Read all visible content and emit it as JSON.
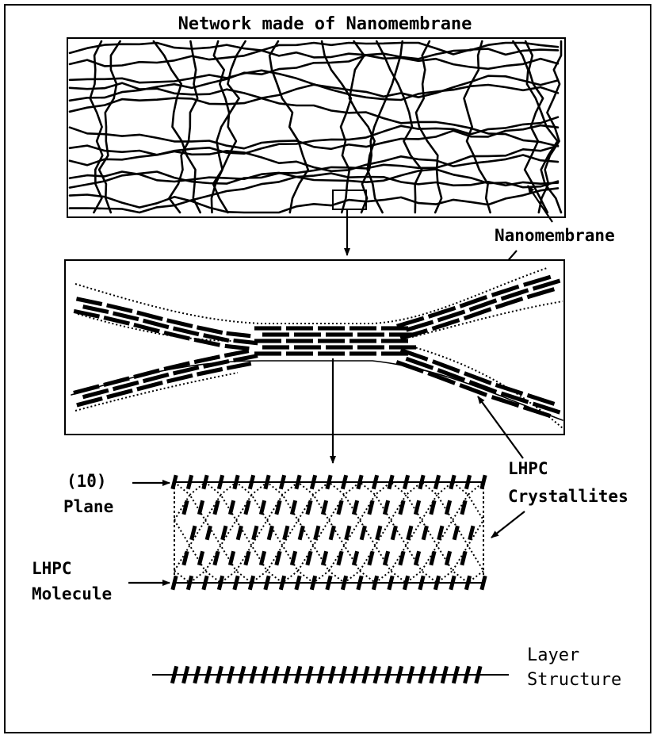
{
  "title": "Network made of Nanomembrane",
  "labels": {
    "nanomembrane": "Nanomembrane",
    "lhpc_crystallites_1": "LHPC",
    "lhpc_crystallites_2": "Crystallites",
    "plane_1": "(1̄0)",
    "plane_2": "Plane",
    "molecule_1": "LHPC",
    "molecule_2": "Molecule",
    "layer_1": "Layer",
    "layer_2": "Structure"
  }
}
